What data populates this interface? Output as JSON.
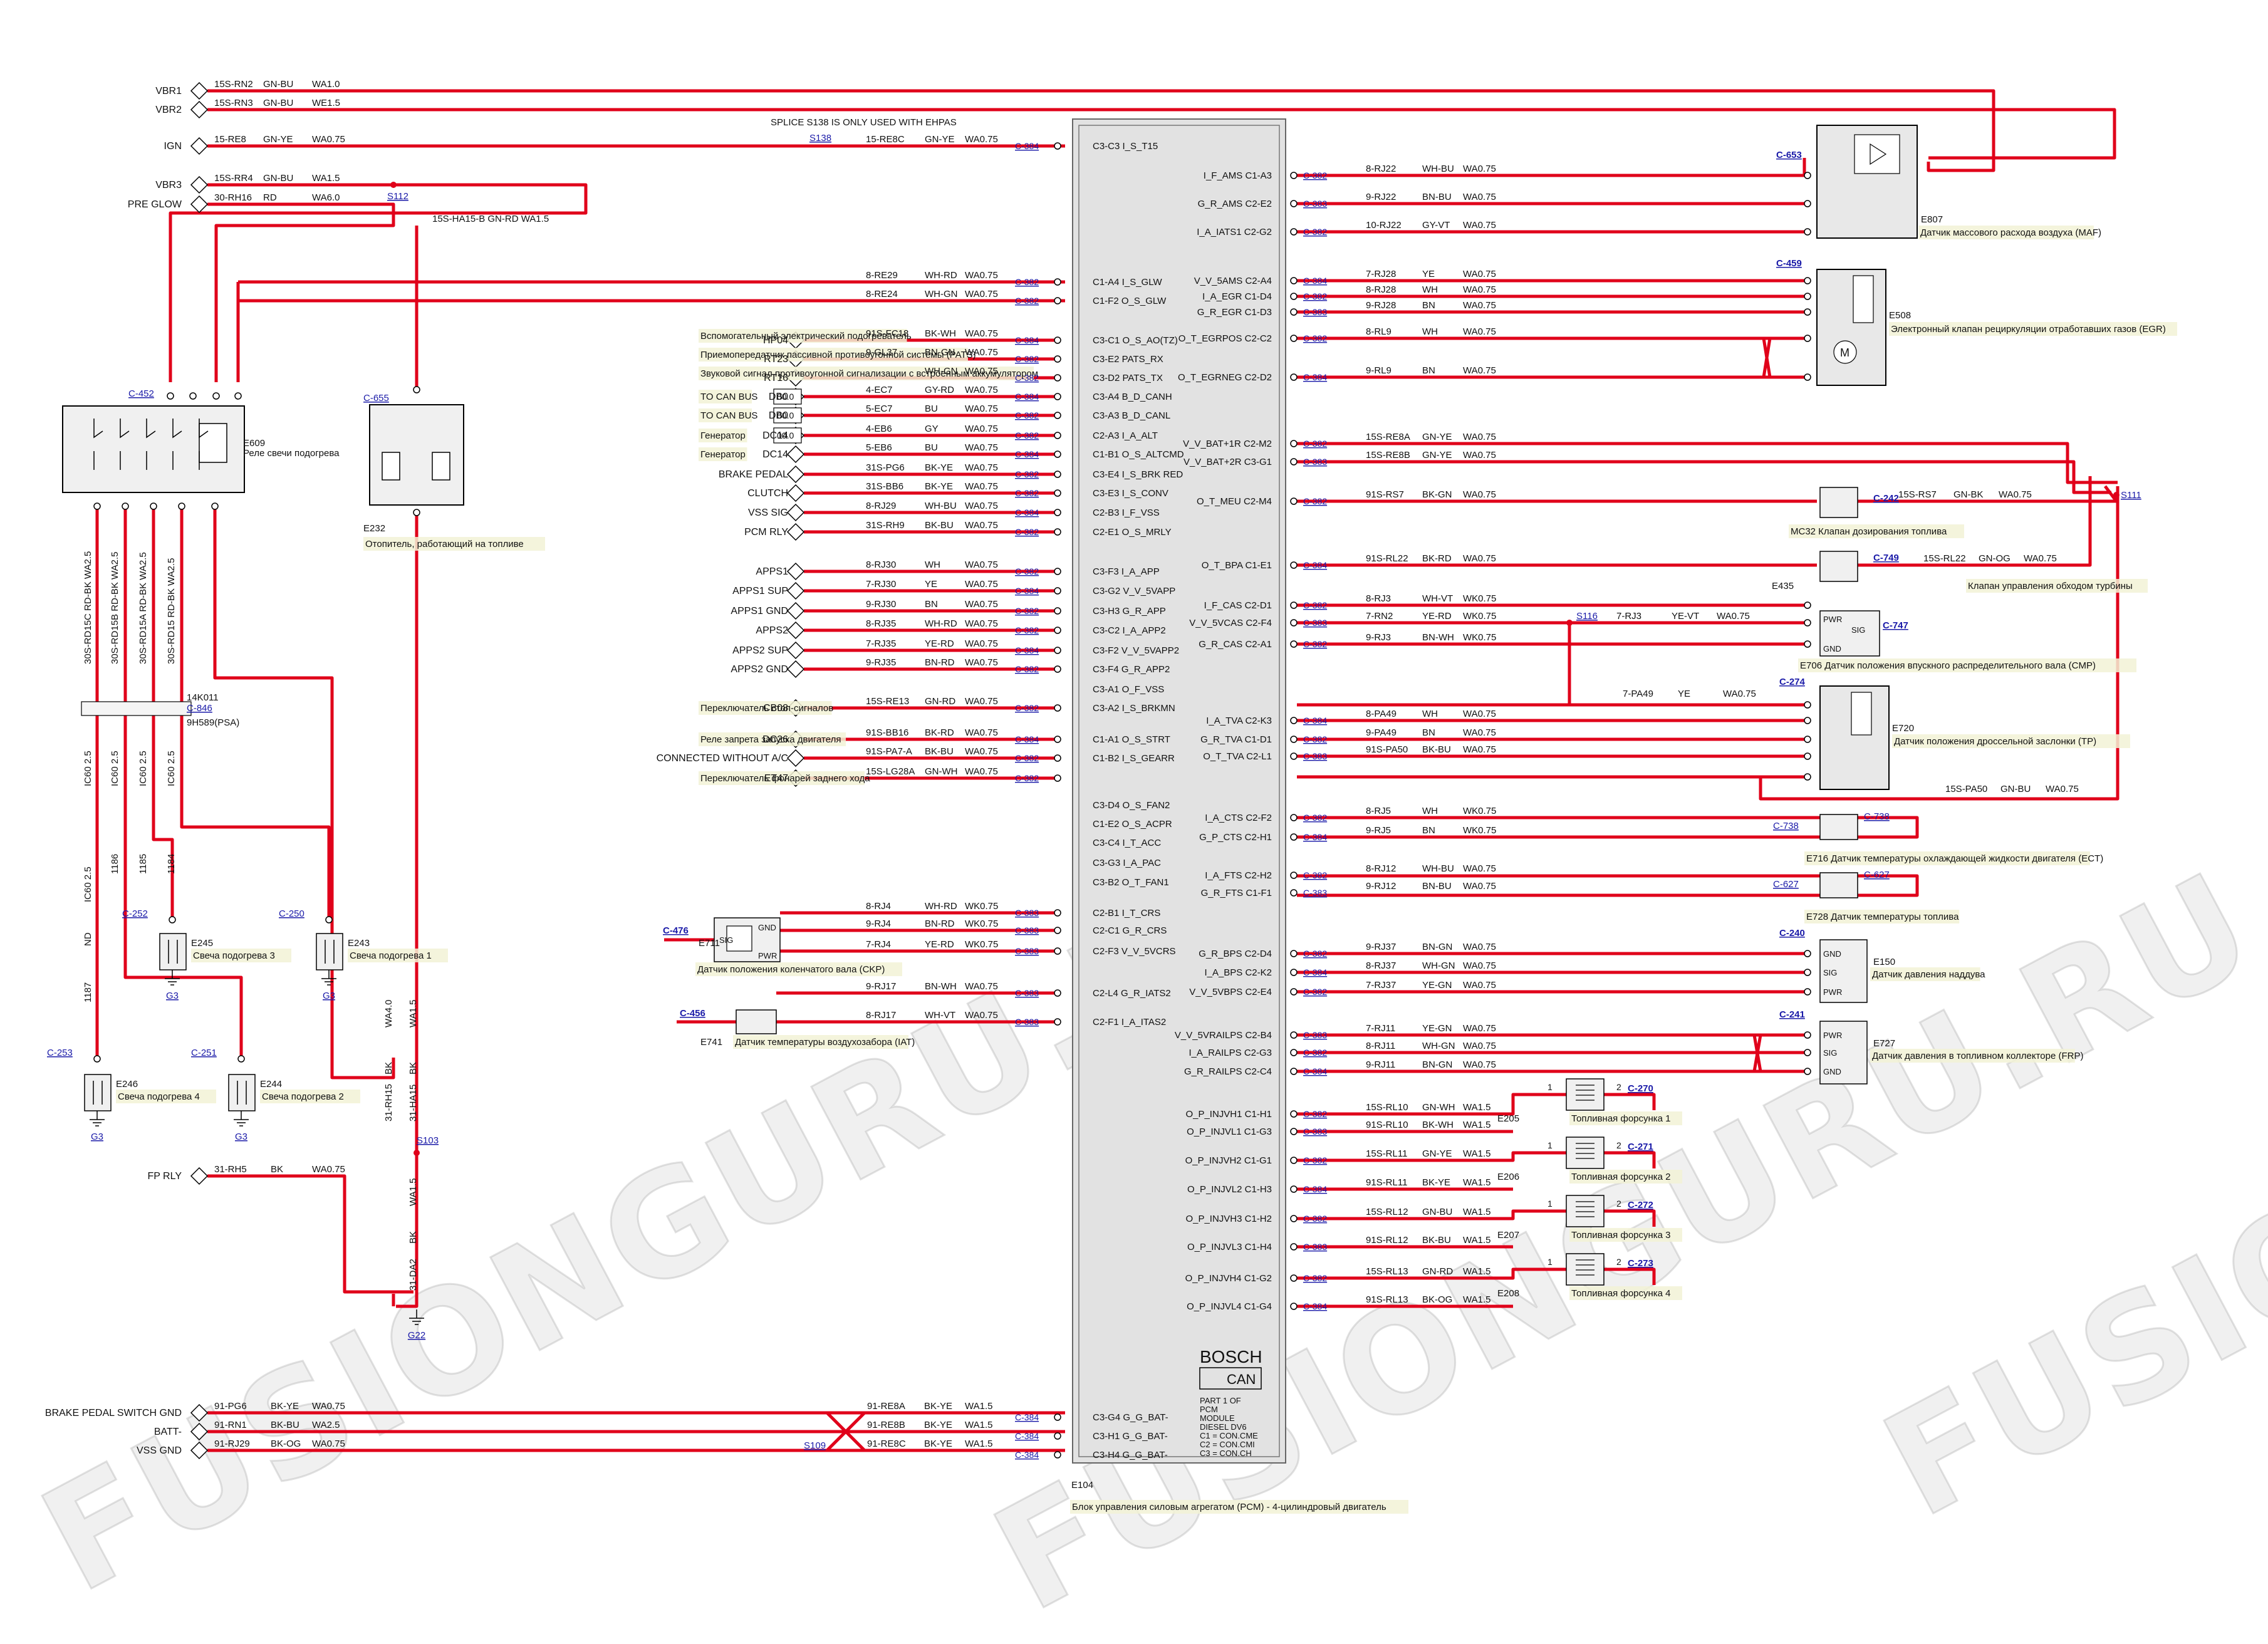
{
  "watermark": "FUSIONGURU.RU",
  "module": {
    "name": "E104",
    "description": "Блок управления силовым агрегатом (PCM) - 4-цилиндровый двигатель",
    "brand": "BOSCH",
    "can": "CAN",
    "part_info": [
      "PART 1 OF",
      "PCM",
      "MODULE",
      "DIESEL DV6",
      "C1 = CON.CME",
      "C2 = CON.CMI",
      "C3 = CON.CH"
    ],
    "splice_note": "SPLICE S138 IS ONLY USED WITH EHPAS"
  },
  "left_inputs": [
    {
      "label": "VBR1",
      "wire": "15S-RN2",
      "color": "GN-BU",
      "gauge": "WA1.0"
    },
    {
      "label": "VBR2",
      "wire": "15S-RN3",
      "color": "GN-BU",
      "gauge": "WE1.5"
    },
    {
      "label": "IGN",
      "wire": "15-RE8",
      "color": "GN-YE",
      "gauge": "WA0.75"
    },
    {
      "label": "VBR3",
      "wire": "15S-RR4",
      "color": "GN-BU",
      "gauge": "WA1.5"
    },
    {
      "label": "PRE GLOW",
      "wire": "30-RH16",
      "color": "RD",
      "gauge": "WA6.0"
    },
    {
      "label": "FP RLY",
      "wire": "31-RH5",
      "color": "BK",
      "gauge": "WA0.75"
    },
    {
      "label": "BRAKE PEDAL SWITCH GND",
      "wire": "91-PG6",
      "color": "BK-YE",
      "gauge": "WA0.75"
    },
    {
      "label": "BATT-",
      "wire": "91-RN1",
      "color": "BK-BU",
      "gauge": "WA2.5"
    },
    {
      "label": "VSS GND",
      "wire": "91-RJ29",
      "color": "BK-OG",
      "gauge": "WA0.75"
    }
  ],
  "left_components": [
    {
      "id": "E609",
      "desc": "Реле свечи подогрева",
      "conn": "C-452"
    },
    {
      "id": "E232",
      "desc": "Отопитель, работающий на топливе",
      "conn": "C-655"
    },
    {
      "id": "E245",
      "desc": "Свеча подогрева 3",
      "conn": "C-252"
    },
    {
      "id": "E243",
      "desc": "Свеча подогрева 1",
      "conn": "C-250"
    },
    {
      "id": "E246",
      "desc": "Свеча подогрева 4",
      "conn": "C-253"
    },
    {
      "id": "E244",
      "desc": "Свеча подогрева 2",
      "conn": "C-251"
    },
    {
      "id": "14K011",
      "desc": "9H589(PSA)",
      "conn": "C-846"
    }
  ],
  "grounds": [
    "G3",
    "G3",
    "G3",
    "G3",
    "G22"
  ],
  "splices": [
    "S112",
    "S138",
    "S103",
    "S109",
    "S111",
    "S116"
  ],
  "vertical_wires": [
    "30S-RD15C RD-BK WA2.5",
    "30S-RD15B RD-BK WA2.5",
    "30S-RD15A RD-BK WA2.5",
    "30S-RD15 RD-BK WA2.5",
    "IC60 2.5",
    "IC60 2.5",
    "IC60 2.5",
    "IC60 2.5",
    "1187",
    "1186",
    "1185",
    "1184",
    "ND",
    "ND",
    "31-RH15",
    "31-HA15",
    "BK",
    "BK",
    "WA1.5",
    "WA1.5",
    "WA4.0",
    "15S-HA15-B GN-RD WA1.5"
  ],
  "left_signals": [
    {
      "label": "HP04",
      "desc": "Вспомогательный электрический подогреватель",
      "wire": "91S-FC18",
      "color": "BK-WH",
      "gauge": "WA0.75",
      "pin": "C3-C1",
      "name": "O_S_AO(TZ)"
    },
    {
      "label": "RT23",
      "desc": "Приемопередатчик пассивной противоугонной системы (PATS)",
      "wire": "9-GL37",
      "color": "BN-GN",
      "gauge": "WA0.75",
      "pin": "C3-E2",
      "name": "PATS_RX"
    },
    {
      "label": "RT16",
      "desc": "Звуковой сигнал противоугонной сигнализации с встроенным аккумулятором",
      "wire": "",
      "color": "WH-GN",
      "gauge": "WA0.75",
      "pin": "C3-D2",
      "name": "PATS_TX"
    },
    {
      "label": "DB0",
      "desc": "TO CAN BUS",
      "wire": "4-EC7",
      "color": "GY-RD",
      "gauge": "WA0.75",
      "pin": "C3-A4",
      "name": "B_D_CANH",
      "tag": "00.0"
    },
    {
      "label": "DB0",
      "desc": "TO CAN BUS",
      "wire": "5-EC7",
      "color": "BU",
      "gauge": "WA0.75",
      "pin": "C3-A3",
      "name": "B_D_CANL",
      "tag": "00.0"
    },
    {
      "label": "DC14",
      "desc": "Генератор",
      "wire": "4-EB6",
      "color": "GY",
      "gauge": "WA0.75",
      "pin": "C2-A3",
      "name": "I_A_ALT",
      "tag": "00.0"
    },
    {
      "label": "DC14",
      "desc": "Генератор",
      "wire": "5-EB6",
      "color": "BU",
      "gauge": "WA0.75",
      "pin": "C1-B1",
      "name": "O_S_ALTCMD"
    },
    {
      "label": "BRAKE PEDAL",
      "desc": "",
      "wire": "31S-PG6",
      "color": "BK-YE",
      "gauge": "WA0.75",
      "pin": "C3-E4",
      "name": "I_S_BRK RED"
    },
    {
      "label": "CLUTCH",
      "desc": "",
      "wire": "31S-BB6",
      "color": "BK-YE",
      "gauge": "WA0.75",
      "pin": "C3-E3",
      "name": "I_S_CONV"
    },
    {
      "label": "VSS SIG",
      "desc": "",
      "wire": "8-RJ29",
      "color": "WH-BU",
      "gauge": "WA0.75",
      "pin": "C2-B3",
      "name": "I_F_VSS"
    },
    {
      "label": "PCM RLY",
      "desc": "",
      "wire": "31S-RH9",
      "color": "BK-BU",
      "gauge": "WA0.75",
      "pin": "C2-E1",
      "name": "O_S_MRLY"
    },
    {
      "label": "APPS1",
      "desc": "",
      "wire": "8-RJ30",
      "color": "WH",
      "gauge": "WA0.75",
      "pin": "C3-F3",
      "name": "I_A_APP"
    },
    {
      "label": "APPS1 SUP",
      "desc": "",
      "wire": "7-RJ30",
      "color": "YE",
      "gauge": "WA0.75",
      "pin": "C3-G2",
      "name": "V_V_5VAPP"
    },
    {
      "label": "APPS1 GND",
      "desc": "",
      "wire": "9-RJ30",
      "color": "BN",
      "gauge": "WA0.75",
      "pin": "C3-H3",
      "name": "G_R_APP"
    },
    {
      "label": "APPS2",
      "desc": "",
      "wire": "8-RJ35",
      "color": "WH-RD",
      "gauge": "WA0.75",
      "pin": "C3-C2",
      "name": "I_A_APP2"
    },
    {
      "label": "APPS2 SUP",
      "desc": "",
      "wire": "7-RJ35",
      "color": "YE-RD",
      "gauge": "WA0.75",
      "pin": "C3-F2",
      "name": "V_V_5VAPP2"
    },
    {
      "label": "APPS2 GND",
      "desc": "",
      "wire": "9-RJ35",
      "color": "BN-RD",
      "gauge": "WA0.75",
      "pin": "C3-F4",
      "name": "G_R_APP2"
    },
    {
      "label": "CB08",
      "desc": "Переключатель стоп-сигналов",
      "wire": "15S-RE13",
      "color": "GN-RD",
      "gauge": "WA0.75",
      "pin": "C3-A2",
      "name": "I_S_BRKMN"
    },
    {
      "label": "DC26",
      "desc": "Реле запрета запуска двигателя",
      "wire": "91S-BB16",
      "color": "BK-RD",
      "gauge": "WA0.75",
      "pin": "C1-A1",
      "name": "O_S_STRT"
    },
    {
      "label": "CONNECTED WITHOUT A/C",
      "desc": "",
      "wire": "91S-PA7-A",
      "color": "BK-BU",
      "gauge": "WA0.75",
      "pin": "C1-B2",
      "name": "I_S_GEARR"
    },
    {
      "label": "ET47",
      "desc": "Переключатель фонарей заднего хода",
      "wire": "15S-LG28A",
      "color": "GN-WH",
      "gauge": "WA0.75",
      "pin": "",
      "name": ""
    }
  ],
  "pin_labels_left": [
    "C3-C3 I_S_T15",
    "C1-A4 I_S_GLW",
    "C1-F2 O_S_GLW",
    "C3-A1 O_F_VSS",
    "C3-D4 O_S_FAN2",
    "C1-E2 O_S_ACPR",
    "C3-C4 I_T_ACC",
    "C3-G3 I_A_PAC",
    "C3-B2 O_T_FAN1",
    "C2-B1 I_T_CRS",
    "C2-C1 G_R_CRS",
    "C2-F3 V_V_5VCRS",
    "C2-L4 G_R_IATS2",
    "C2-F1 I_A_ITAS2",
    "C3-G4 G_G_BAT-",
    "C3-H1 G_G_BAT-",
    "C3-H4 G_G_BAT-"
  ],
  "left_sensors": [
    {
      "id": "E711",
      "desc": "Датчик положения коленчатого вала (CKP)",
      "conn": "C-476",
      "wires": [
        "8-RJ4 WH-RD WK0.75",
        "9-RJ4 BN-RD WK0.75",
        "7-RJ4 YE-RD WK0.75"
      ]
    },
    {
      "id": "E741",
      "desc": "Датчик температуры воздухозабора (IAT)",
      "conn": "C-456",
      "wires": [
        "9-RJ17 BN-WH WA0.75",
        "8-RJ17 WH-VT WA0.75"
      ]
    }
  ],
  "right_pins": [
    {
      "name": "I_F_AMS",
      "pin": "C1-A3",
      "wire": "8-RJ22",
      "color": "WH-BU",
      "gauge": "WA0.75"
    },
    {
      "name": "G_R_AMS",
      "pin": "C2-E2",
      "wire": "9-RJ22",
      "color": "BN-BU",
      "gauge": "WA0.75"
    },
    {
      "name": "I_A_IATS1",
      "pin": "C2-G2",
      "wire": "10-RJ22",
      "color": "GY-VT",
      "gauge": "WA0.75"
    },
    {
      "name": "V_V_5AMS",
      "pin": "C2-A4",
      "wire": "7-RJ28",
      "color": "YE",
      "gauge": "WA0.75"
    },
    {
      "name": "I_A_EGR",
      "pin": "C1-D4",
      "wire": "8-RJ28",
      "color": "WH",
      "gauge": "WA0.75"
    },
    {
      "name": "G_R_EGR",
      "pin": "C1-D3",
      "wire": "9-RJ28",
      "color": "BN",
      "gauge": "WA0.75"
    },
    {
      "name": "O_T_EGRPOS",
      "pin": "C2-C2",
      "wire": "8-RL9",
      "color": "WH",
      "gauge": "WA0.75"
    },
    {
      "name": "O_T_EGRNEG",
      "pin": "C2-D2",
      "wire": "9-RL9",
      "color": "BN",
      "gauge": "WA0.75"
    },
    {
      "name": "V_V_BAT+1R",
      "pin": "C2-M2",
      "wire": "15S-RE8A",
      "color": "GN-YE",
      "gauge": "WA0.75"
    },
    {
      "name": "V_V_BAT+2R",
      "pin": "C3-G1",
      "wire": "15S-RE8B",
      "color": "GN-YE",
      "gauge": "WA0.75"
    },
    {
      "name": "O_T_MEU",
      "pin": "C2-M4",
      "wire": "91S-RS7",
      "color": "BK-GN",
      "gauge": "WA0.75"
    },
    {
      "name": "O_T_BPA",
      "pin": "C1-E1",
      "wire": "91S-RL22",
      "color": "BK-RD",
      "gauge": "WA0.75"
    },
    {
      "name": "I_F_CAS",
      "pin": "C2-D1",
      "wire": "8-RJ3",
      "color": "WH-VT",
      "gauge": "WK0.75"
    },
    {
      "name": "V_V_5VCAS",
      "pin": "C2-F4",
      "wire": "7-RN2",
      "color": "YE-RD",
      "gauge": "WK0.75"
    },
    {
      "name": "G_R_CAS",
      "pin": "C2-A1",
      "wire": "9-RJ3",
      "color": "BN-WH",
      "gauge": "WK0.75"
    },
    {
      "name": "I_A_TVA",
      "pin": "C2-K3",
      "wire": "8-PA49",
      "color": "WH",
      "gauge": "WA0.75"
    },
    {
      "name": "G_R_TVA",
      "pin": "C1-D1",
      "wire": "9-PA49",
      "color": "BN",
      "gauge": "WA0.75"
    },
    {
      "name": "O_T_TVA",
      "pin": "C2-L1",
      "wire": "91S-PA50",
      "color": "BK-BU",
      "gauge": "WA0.75"
    },
    {
      "name": "I_A_CTS",
      "pin": "C2-F2",
      "wire": "8-RJ5",
      "color": "WH",
      "gauge": "WK0.75"
    },
    {
      "name": "G_P_CTS",
      "pin": "C2-H1",
      "wire": "9-RJ5",
      "color": "BN",
      "gauge": "WK0.75"
    },
    {
      "name": "I_A_FTS",
      "pin": "C2-H2",
      "wire": "8-RJ12",
      "color": "WH-BU",
      "gauge": "WA0.75"
    },
    {
      "name": "G_R_FTS",
      "pin": "C1-F1",
      "wire": "9-RJ12",
      "color": "BN-BU",
      "gauge": "WA0.75"
    },
    {
      "name": "G_R_BPS",
      "pin": "C2-D4",
      "wire": "9-RJ37",
      "color": "BN-GN",
      "gauge": "WA0.75"
    },
    {
      "name": "I_A_BPS",
      "pin": "C2-K2",
      "wire": "8-RJ37",
      "color": "WH-GN",
      "gauge": "WA0.75"
    },
    {
      "name": "V_V_5VBPS",
      "pin": "C2-E4",
      "wire": "7-RJ37",
      "color": "YE-GN",
      "gauge": "WA0.75"
    },
    {
      "name": "V_V_5VRAILPS",
      "pin": "C2-B4",
      "wire": "7-RJ11",
      "color": "YE-GN",
      "gauge": "WA0.75"
    },
    {
      "name": "I_A_RAILPS",
      "pin": "C2-G3",
      "wire": "8-RJ11",
      "color": "WH-GN",
      "gauge": "WA0.75"
    },
    {
      "name": "G_R_RAILPS",
      "pin": "C2-C4",
      "wire": "9-RJ11",
      "color": "BN-GN",
      "gauge": "WA0.75"
    },
    {
      "name": "O_P_INJVH1",
      "pin": "C1-H1",
      "wire": "15S-RL10",
      "color": "GN-WH",
      "gauge": "WA1.5"
    },
    {
      "name": "O_P_INJVL1",
      "pin": "C1-G3",
      "wire": "91S-RL10",
      "color": "BK-WH",
      "gauge": "WA1.5"
    },
    {
      "name": "O_P_INJVH2",
      "pin": "C1-G1",
      "wire": "15S-RL11",
      "color": "GN-YE",
      "gauge": "WA1.5"
    },
    {
      "name": "O_P_INJVL2",
      "pin": "C1-H3",
      "wire": "91S-RL11",
      "color": "BK-YE",
      "gauge": "WA1.5"
    },
    {
      "name": "O_P_INJVH3",
      "pin": "C1-H2",
      "wire": "15S-RL12",
      "color": "GN-BU",
      "gauge": "WA1.5"
    },
    {
      "name": "O_P_INJVL3",
      "pin": "C1-H4",
      "wire": "91S-RL12",
      "color": "BK-BU",
      "gauge": "WA1.5"
    },
    {
      "name": "O_P_INJVH4",
      "pin": "C1-G2",
      "wire": "15S-RL13",
      "color": "GN-RD",
      "gauge": "WA1.5"
    },
    {
      "name": "O_P_INJVL4",
      "pin": "C1-G4",
      "wire": "91S-RL13",
      "color": "BK-OG",
      "gauge": "WA1.5"
    }
  ],
  "right_components": [
    {
      "id": "E807",
      "desc": "Датчик массового расхода воздуха (MAF)",
      "conn": "C-653"
    },
    {
      "id": "E508",
      "desc": "Электронный клапан рециркуляции отработавших газов (EGR)",
      "conn": "C-459"
    },
    {
      "id": "MC32",
      "desc": "Клапан дозирования топлива",
      "conn": "C-242"
    },
    {
      "id": "E435",
      "desc": "Клапан управления обходом турбины",
      "conn": "C-749"
    },
    {
      "id": "E706",
      "desc": "Датчик положения впускного распределительного вала (CMP)",
      "conn": "C-747"
    },
    {
      "id": "E720",
      "desc": "Датчик положения дроссельной заслонки (TP)",
      "conn": "C-274"
    },
    {
      "id": "E716",
      "desc": "Датчик температуры охлаждающей жидкости двигателя (ECT)",
      "conn": "C-738"
    },
    {
      "id": "E728",
      "desc": "Датчик температуры топлива",
      "conn": "C-627"
    },
    {
      "id": "E150",
      "desc": "Датчик давления наддува",
      "conn": "C-240"
    },
    {
      "id": "E727",
      "desc": "Датчик давления в топливном коллекторе (FRP)",
      "conn": "C-241"
    },
    {
      "id": "E205",
      "desc": "Топливная форсунка 1",
      "conn": "C-270"
    },
    {
      "id": "E206",
      "desc": "Топливная форсунка 2",
      "conn": "C-271"
    },
    {
      "id": "E207",
      "desc": "Топливная форсунка 3",
      "conn": "C-272"
    },
    {
      "id": "E208",
      "desc": "Топливная форсунка 4",
      "conn": "C-273"
    }
  ],
  "right_extra_wires": [
    "15S-RS7 GN-BK WA0.75",
    "15S-RL22 GN-OG WA0.75",
    "7-RJ3 YE-VT WA0.75",
    "7-PA49 YE WA0.75",
    "15S-PA50 GN-BU WA0.75"
  ],
  "right_conns_extra": [
    "C-383",
    "C-382",
    "C-384"
  ],
  "colors": {
    "wire": "#e0001a",
    "line": "#000000",
    "link": "#1a1aa8",
    "module_fill": "#e2e2e2",
    "label_bg": "#f2f2d6"
  }
}
